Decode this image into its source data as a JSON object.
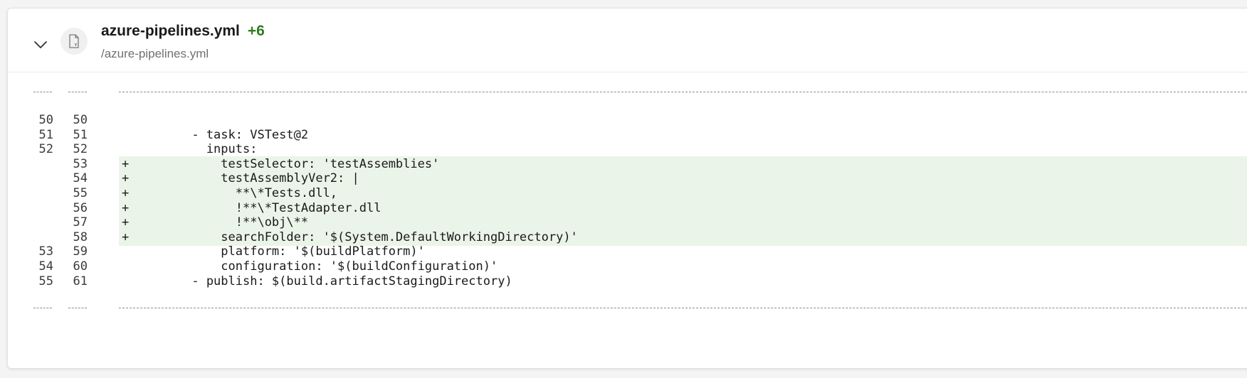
{
  "file": {
    "name": "azure-pipelines.yml",
    "added": "+6",
    "path": "/azure-pipelines.yml",
    "added_color": "#2f7d1f",
    "added_line_bg": "#ebf4e8"
  },
  "icons": {
    "expand": "chevron-down-icon",
    "file": "file-icon"
  },
  "diff": {
    "lines": [
      {
        "old": "50",
        "new": "50",
        "marker": "",
        "code": ""
      },
      {
        "old": "51",
        "new": "51",
        "marker": "",
        "code": "          - task: VSTest@2"
      },
      {
        "old": "52",
        "new": "52",
        "marker": "",
        "code": "            inputs:"
      },
      {
        "old": "",
        "new": "53",
        "marker": "+",
        "code": "              testSelector: 'testAssemblies'"
      },
      {
        "old": "",
        "new": "54",
        "marker": "+",
        "code": "              testAssemblyVer2: |"
      },
      {
        "old": "",
        "new": "55",
        "marker": "+",
        "code": "                **\\*Tests.dll,"
      },
      {
        "old": "",
        "new": "56",
        "marker": "+",
        "code": "                !**\\*TestAdapter.dll"
      },
      {
        "old": "",
        "new": "57",
        "marker": "+",
        "code": "                !**\\obj\\**"
      },
      {
        "old": "",
        "new": "58",
        "marker": "+",
        "code": "              searchFolder: '$(System.DefaultWorkingDirectory)'"
      },
      {
        "old": "53",
        "new": "59",
        "marker": "",
        "code": "              platform: '$(buildPlatform)'"
      },
      {
        "old": "54",
        "new": "60",
        "marker": "",
        "code": "              configuration: '$(buildConfiguration)'"
      },
      {
        "old": "55",
        "new": "61",
        "marker": "",
        "code": "          - publish: $(build.artifactStagingDirectory)"
      }
    ]
  }
}
